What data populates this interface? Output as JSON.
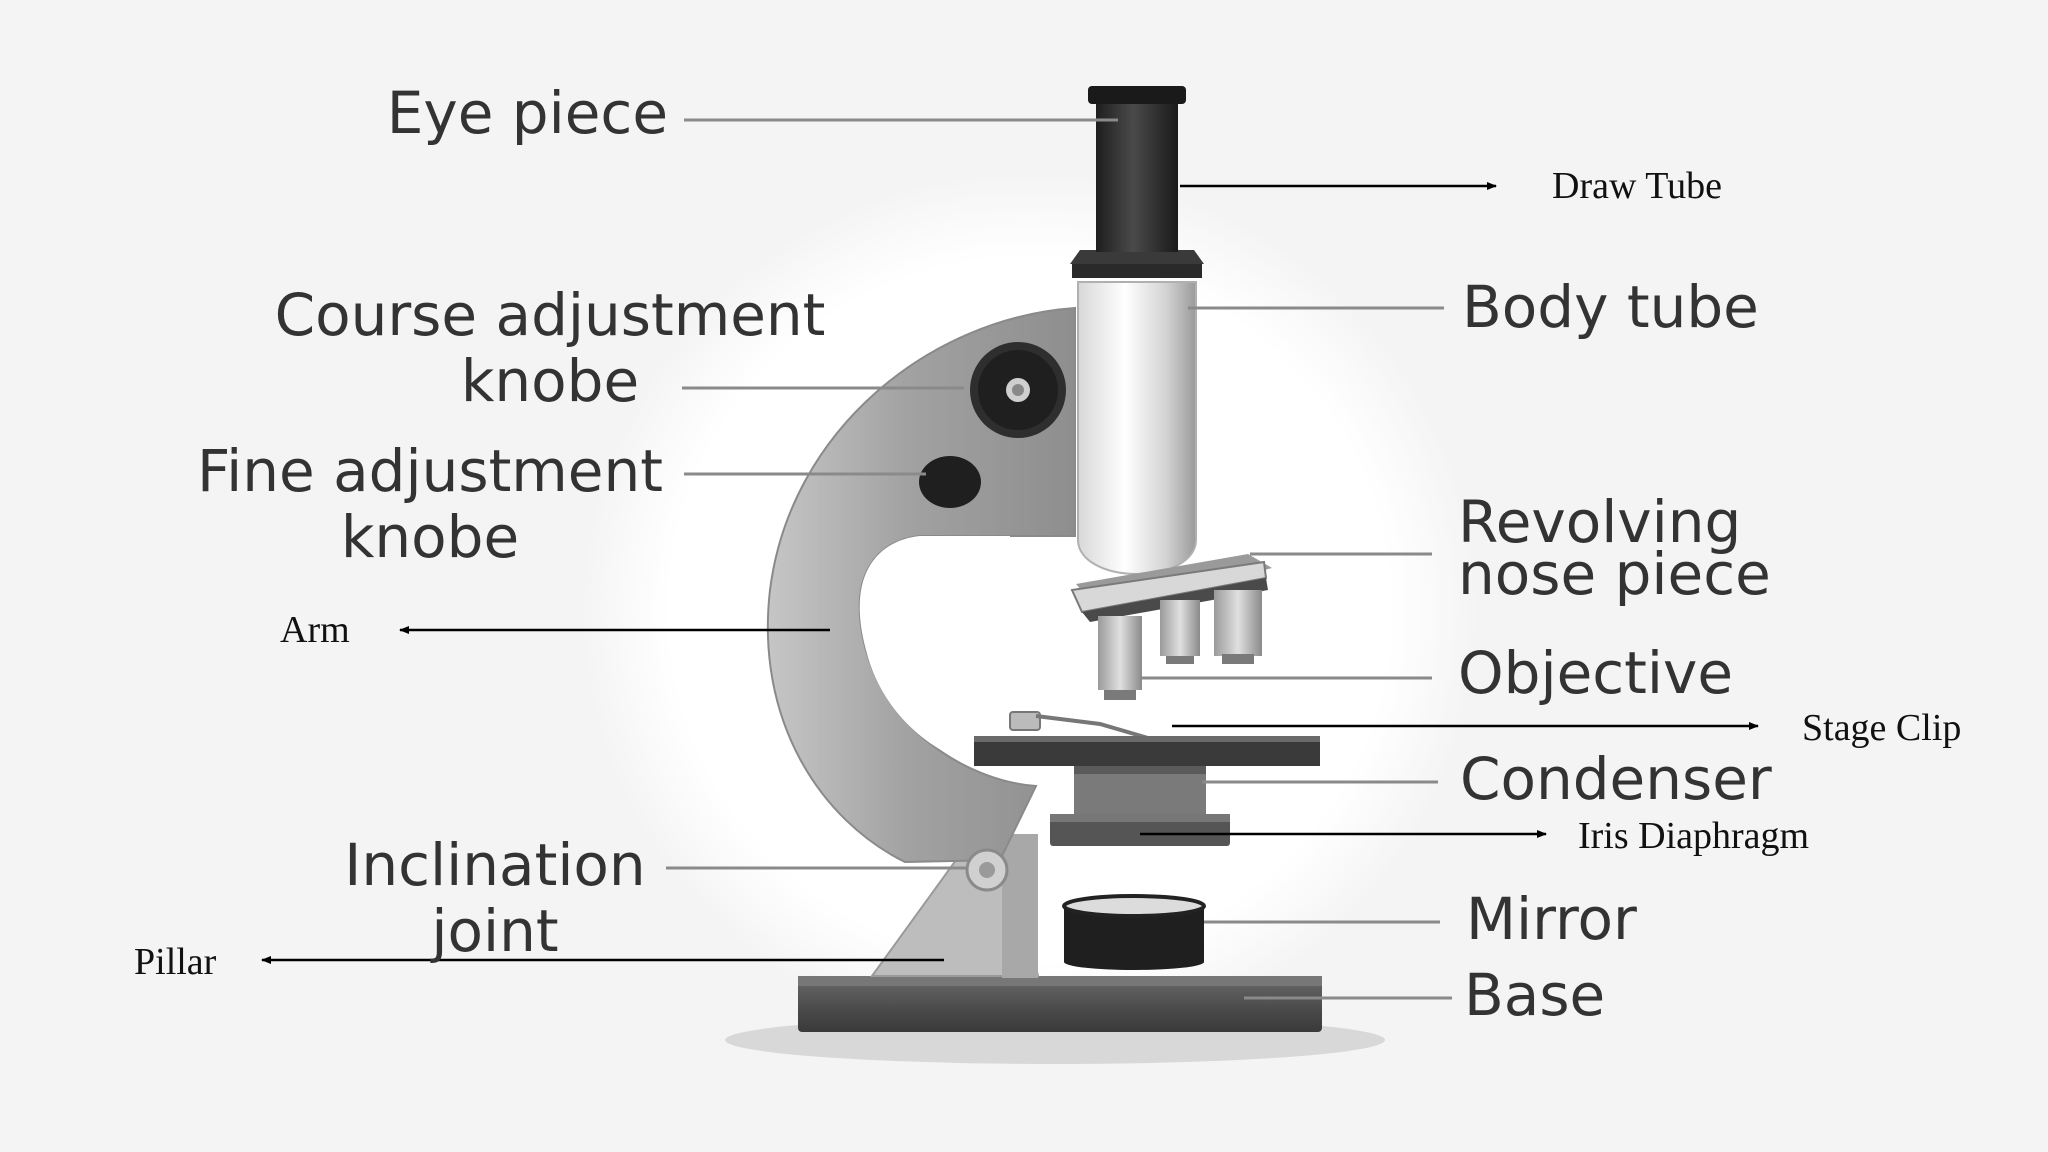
{
  "labels": {
    "eye_piece": "Eye piece",
    "course_adjustment_line1": "Course adjustment",
    "course_adjustment_line2": "knobe",
    "fine_adjustment_line1": "Fine adjustment",
    "fine_adjustment_line2": "knobe",
    "arm": "Arm",
    "inclination_line1": "Inclination",
    "inclination_line2": "joint",
    "pillar": "Pillar",
    "draw_tube": "Draw Tube",
    "body_tube": "Body tube",
    "revolving_line1": "Revolving",
    "revolving_line2": "nose piece",
    "objective": "Objective",
    "stage_clip": "Stage Clip",
    "condenser": "Condenser",
    "iris_diaphragm": "Iris Diaphragm",
    "mirror": "Mirror",
    "base": "Base"
  },
  "colors": {
    "background": "#f4f4f4",
    "halo": "#ffffff",
    "leader_line": "#8a8a8a",
    "arrow_line": "#000000",
    "arm_body": "#a9a9a9",
    "dark_part": "#2b2b2b"
  }
}
